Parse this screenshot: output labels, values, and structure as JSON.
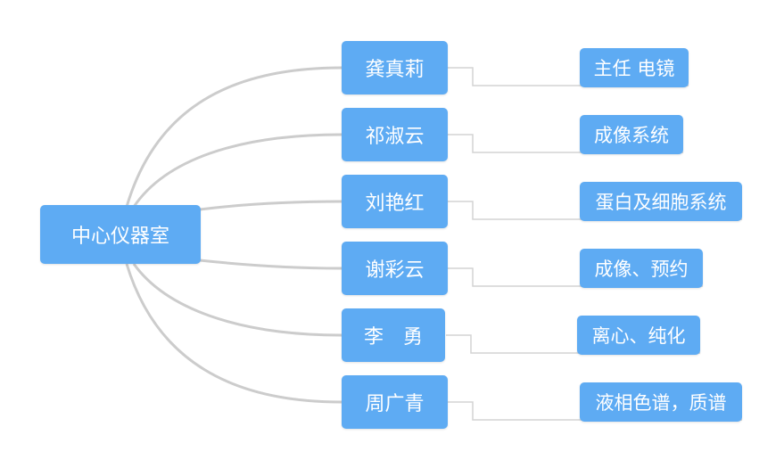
{
  "root": {
    "label": "中心仪器室"
  },
  "members": [
    {
      "name": "龚真莉",
      "duty": "主任 电镜"
    },
    {
      "name": "祁淑云",
      "duty": "成像系统"
    },
    {
      "name": "刘艳红",
      "duty": "蛋白及细胞系统"
    },
    {
      "name": "谢彩云",
      "duty": "成像、预约"
    },
    {
      "name": "李　勇",
      "duty": "离心、纯化"
    },
    {
      "name": "周广青",
      "duty": "液相色谱，质谱"
    }
  ],
  "colors": {
    "node": "#5eabf3",
    "node_text": "#ffffff",
    "connector": "#cccccc"
  }
}
